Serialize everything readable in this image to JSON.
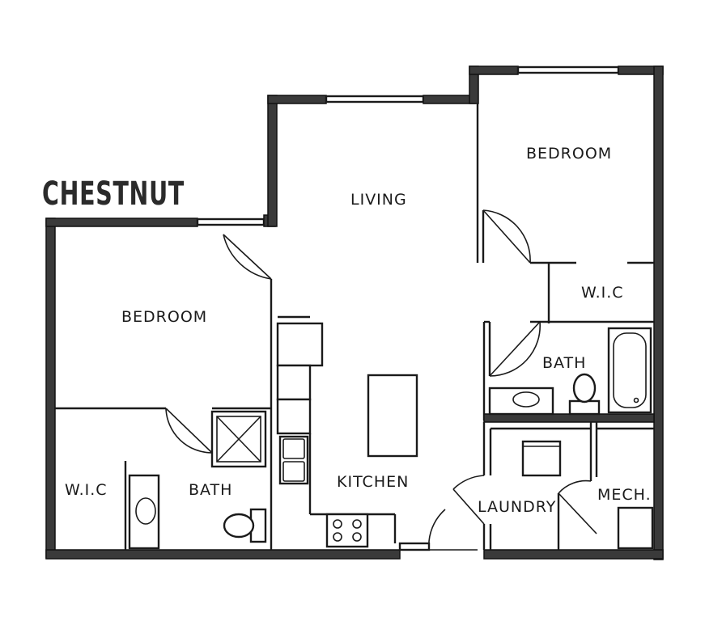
{
  "plan": {
    "title": "CHESTNUT",
    "rooms": {
      "living": "LIVING",
      "bedroom_right": "BEDROOM",
      "bedroom_left": "BEDROOM",
      "wic_right": "W.I.C",
      "bath_right": "BATH",
      "kitchen": "KITCHEN",
      "laundry": "LAUNDRY",
      "mech": "MECH.",
      "wic_left": "W.I.C",
      "bath_left": "BATH"
    }
  }
}
